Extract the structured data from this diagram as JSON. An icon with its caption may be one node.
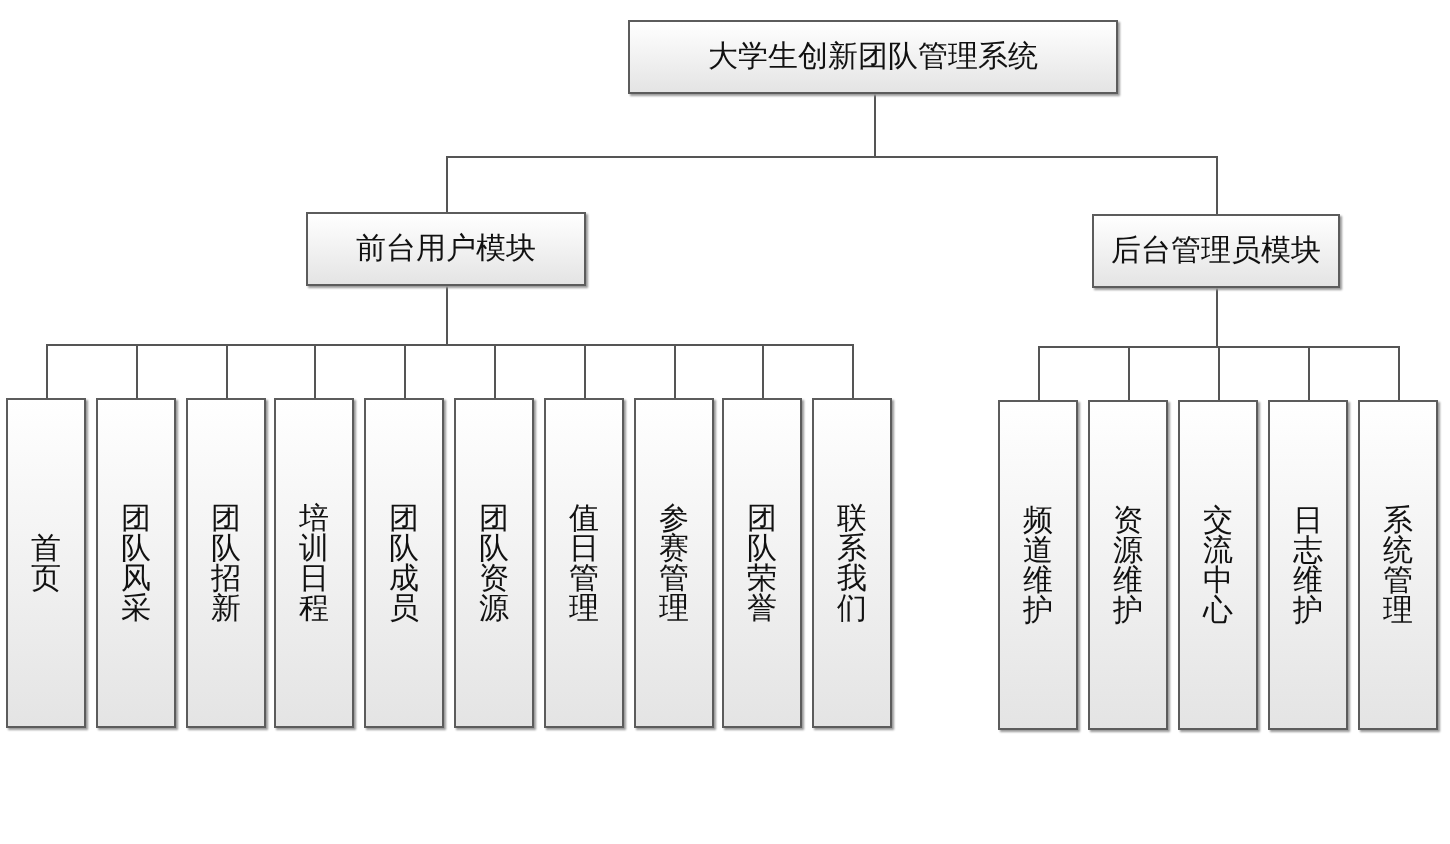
{
  "diagram": {
    "nodes": [
      {
        "text": [
          "大学生创新团队管理系统"
        ]
      },
      {
        "text": [
          "前台用户模块"
        ]
      },
      {
        "text": [
          "后台管理员模块"
        ]
      },
      {
        "text": [
          "首页"
        ]
      },
      {
        "text": [
          "团队风采"
        ]
      },
      {
        "text": [
          "团队招新"
        ]
      },
      {
        "text": [
          "培训日程"
        ]
      },
      {
        "text": [
          "团队成员"
        ]
      },
      {
        "text": [
          "团队资源"
        ]
      },
      {
        "text": [
          "值日管理"
        ]
      },
      {
        "text": [
          "参赛管理"
        ]
      },
      {
        "text": [
          "团队荣誉"
        ]
      },
      {
        "text": [
          "联系我们"
        ]
      },
      {
        "text": [
          "频道维护"
        ]
      },
      {
        "text": [
          "资源维护"
        ]
      },
      {
        "text": [
          "交流中心"
        ]
      },
      {
        "text": [
          "日志维护"
        ]
      },
      {
        "text": [
          "系统管理"
        ]
      }
    ],
    "edges": [
      {
        "from": 0,
        "to": 1,
        "arrow": "none"
      },
      {
        "from": 0,
        "to": 2,
        "arrow": "none"
      },
      {
        "from": 1,
        "to": 3,
        "arrow": "none"
      },
      {
        "from": 1,
        "to": 4,
        "arrow": "none"
      },
      {
        "from": 1,
        "to": 5,
        "arrow": "none"
      },
      {
        "from": 1,
        "to": 6,
        "arrow": "none"
      },
      {
        "from": 1,
        "to": 7,
        "arrow": "none"
      },
      {
        "from": 1,
        "to": 8,
        "arrow": "none"
      },
      {
        "from": 1,
        "to": 9,
        "arrow": "none"
      },
      {
        "from": 1,
        "to": 10,
        "arrow": "none"
      },
      {
        "from": 1,
        "to": 11,
        "arrow": "none"
      },
      {
        "from": 1,
        "to": 12,
        "arrow": "none"
      },
      {
        "from": 2,
        "to": 13,
        "arrow": "none"
      },
      {
        "from": 2,
        "to": 14,
        "arrow": "none"
      },
      {
        "from": 2,
        "to": 15,
        "arrow": "none"
      },
      {
        "from": 2,
        "to": 16,
        "arrow": "none"
      },
      {
        "from": 2,
        "to": 17,
        "arrow": "none"
      }
    ]
  }
}
